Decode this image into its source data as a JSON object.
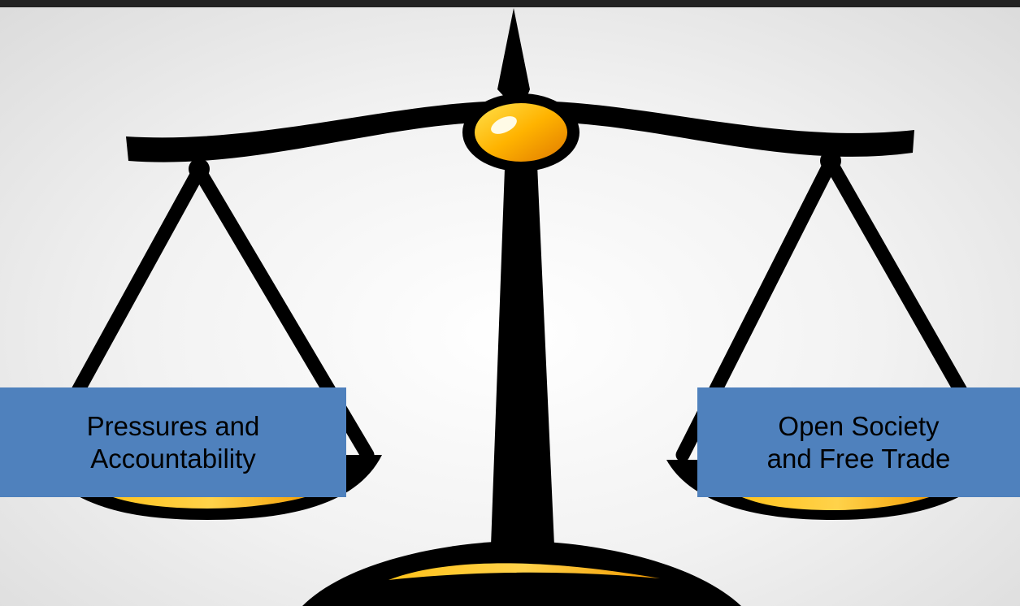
{
  "slide": {
    "left_box": {
      "lines": [
        "Pressures and",
        "Accountability"
      ]
    },
    "right_box": {
      "lines": [
        "Open Society",
        "and Free Trade"
      ]
    }
  },
  "colors": {
    "top_bar": "#222222",
    "scale_black": "#000000",
    "gold": "#FFB300",
    "gold_dark": "#E68A00",
    "label_box": "#4F81BD"
  },
  "icons": {
    "illustration": "balance-scale"
  }
}
